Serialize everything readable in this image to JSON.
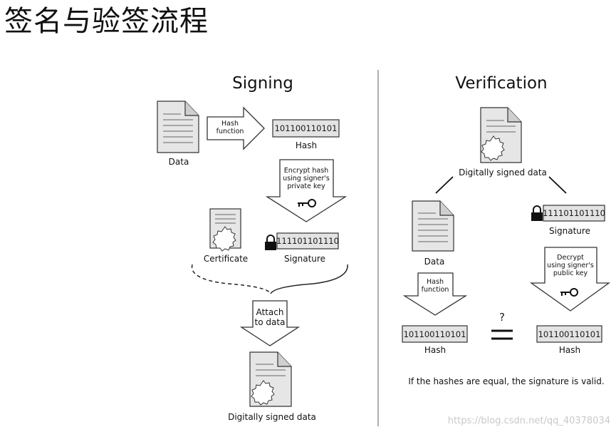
{
  "title": "签名与验签流程",
  "signing": {
    "heading": "Signing",
    "data_label": "Data",
    "hash_function_label": "Hash\nfunction",
    "hash_value": "101100110101",
    "hash_label": "Hash",
    "encrypt_label": "Encrypt hash\nusing signer's\nprivate key",
    "certificate_label": "Certificate",
    "signature_value": "111101101110",
    "signature_label": "Signature",
    "attach_label": "Attach\nto data",
    "signed_data_label": "Digitally signed data"
  },
  "verification": {
    "heading": "Verification",
    "signed_data_label": "Digitally signed data",
    "signature_value": "111101101110",
    "signature_label": "Signature",
    "data_label": "Data",
    "hash_function_label": "Hash\nfunction",
    "decrypt_label": "Decrypt\nusing signer's\npublic key",
    "left_hash_value": "101100110101",
    "left_hash_label": "Hash",
    "question_mark": "?",
    "right_hash_value": "101100110101",
    "right_hash_label": "Hash",
    "conclusion": "If the hashes are equal, the signature is valid."
  },
  "watermark": "https://blog.csdn.net/qq_40378034"
}
